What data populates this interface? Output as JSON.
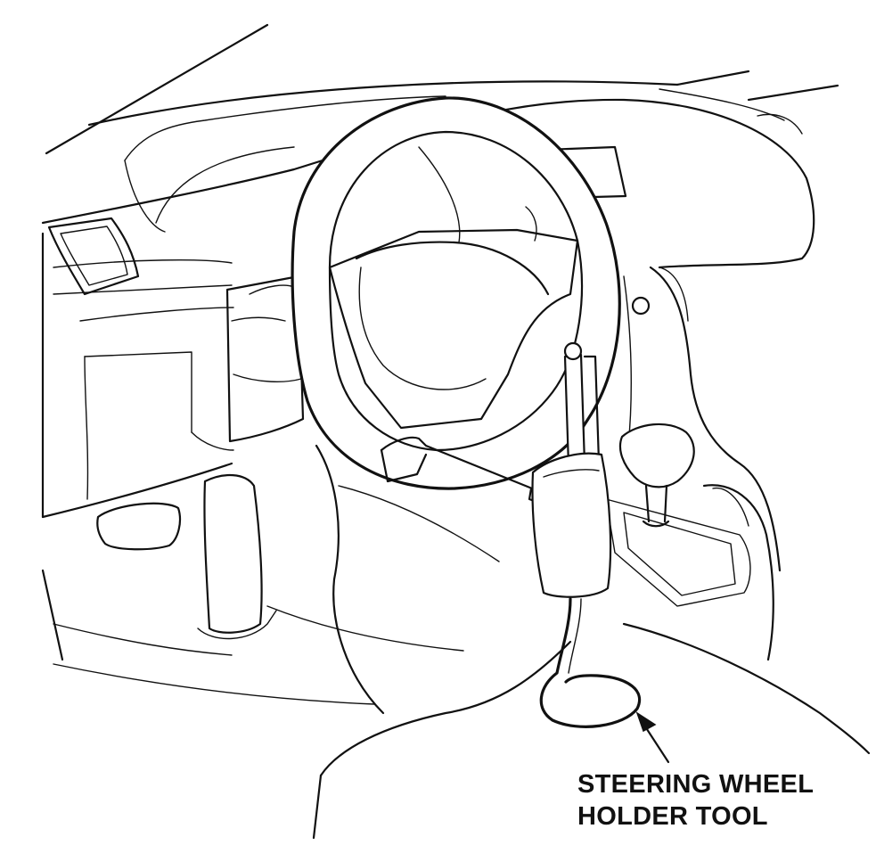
{
  "callout": {
    "line1": "STEERING WHEEL",
    "line2": "HOLDER TOOL"
  },
  "illustration": {
    "style": "black line art on white",
    "colors": {
      "line": "#111111",
      "background": "#ffffff"
    }
  }
}
